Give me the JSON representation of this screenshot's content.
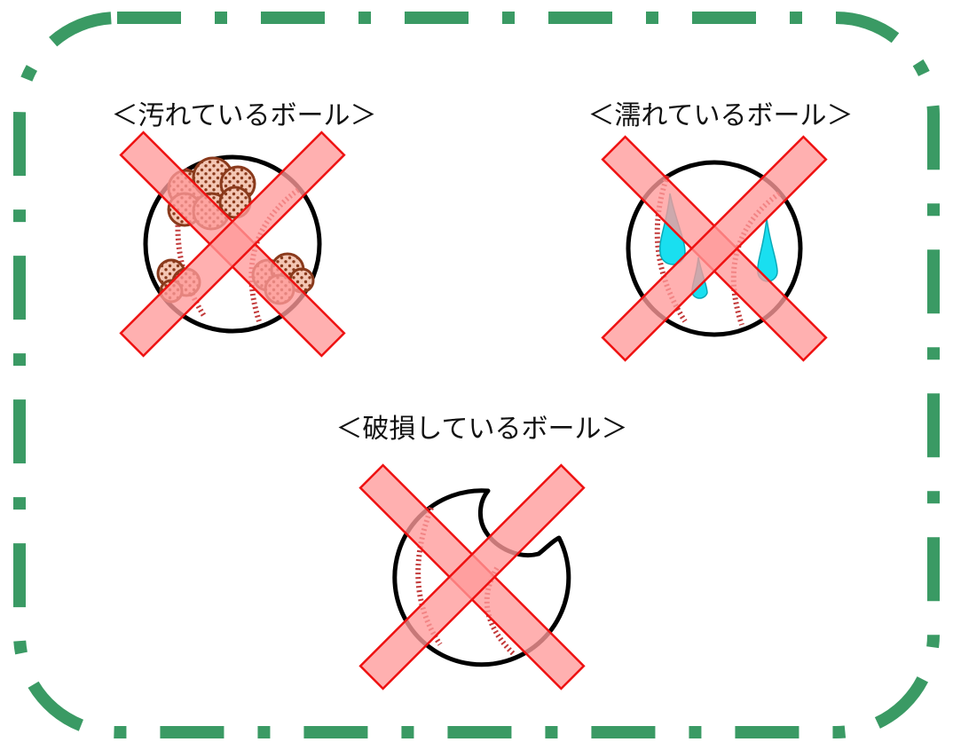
{
  "panels": {
    "dirty": {
      "caption": "＜汚れているボール＞",
      "icon": "dirty-ball-icon",
      "status": "prohibited"
    },
    "wet": {
      "caption": "＜濡れているボール＞",
      "icon": "wet-ball-icon",
      "status": "prohibited"
    },
    "damaged": {
      "caption": "＜破損しているボール＞",
      "icon": "damaged-ball-icon",
      "status": "prohibited"
    }
  },
  "colors": {
    "frame": "#3a9a64",
    "cross_fill": "#ff9a9a",
    "cross_stroke": "#ee1111",
    "stitch": "#c23a3a",
    "mud_fill": "#e07f6a",
    "mud_dot": "#8a3a1c",
    "drop": "#19dff0",
    "ball_outline": "#000000"
  }
}
